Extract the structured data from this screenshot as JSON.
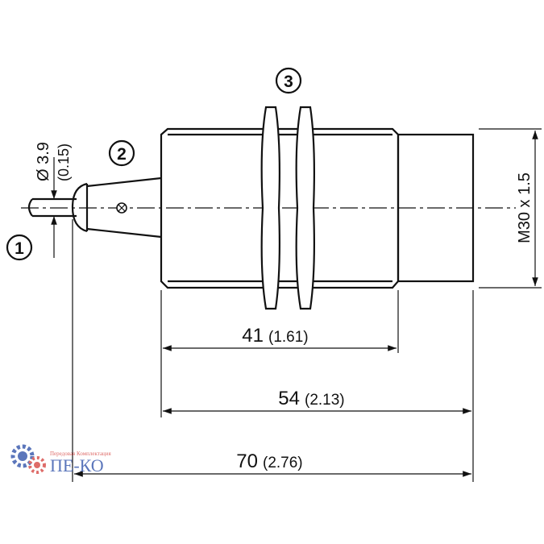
{
  "labels": {
    "callout_1": "1",
    "callout_2": "2",
    "callout_3": "3"
  },
  "dimensions": {
    "cable_diameter": "Ø 3.9",
    "cable_diameter_in": "(0.15)",
    "thread": "M30 x 1.5",
    "d41_main": "41",
    "d41_in": "(1.61)",
    "d54_main": "54",
    "d54_in": "(2.13)",
    "d70_main": "70",
    "d70_in": "(2.76)"
  },
  "watermark": {
    "text": "ПЕ-КО",
    "tagline": "Передовая Комплектация"
  },
  "colors": {
    "line": "#111111",
    "watermark_blue": "#3f5fb0",
    "watermark_red": "#d9534f"
  }
}
